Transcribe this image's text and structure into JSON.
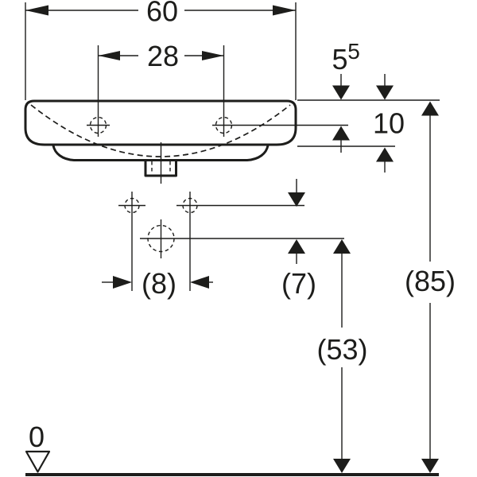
{
  "meta": {
    "title": "Washbasin technical dimension drawing (front view)",
    "view": "front elevation with dimension lines"
  },
  "colors": {
    "ink": "#1d1d1b",
    "background": "#ffffff"
  },
  "dimensions": {
    "total_width": "60",
    "tap_hole_spacing": "28",
    "tap_drop_main": "5",
    "tap_drop_sup": "5",
    "front_rim_height": "10",
    "fixing_hole_spacing": "(8)",
    "fixing_to_drain_offset": "(7)",
    "drain_outlet_height": "(53)",
    "rim_height_from_floor": "(85)",
    "floor_datum": "0"
  }
}
